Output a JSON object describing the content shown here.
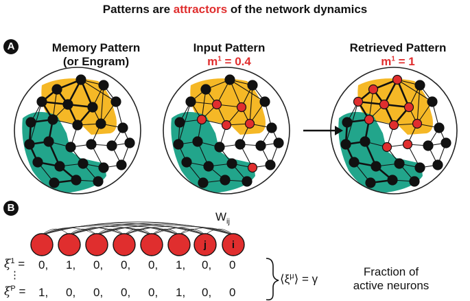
{
  "title": {
    "prefix": "Patterns are ",
    "highlight": "attractors",
    "suffix": " of the network dynamics"
  },
  "colors": {
    "red": "#e02e2e",
    "orange": "#f4b41a",
    "teal": "#16a085",
    "black": "#111111"
  },
  "panel_a": {
    "badge": "A",
    "networks": [
      {
        "title_line1": "Memory Pattern",
        "title_line2": "(or Engram)",
        "overlap_label": "",
        "overlap_sup": "",
        "overlap_value": ""
      },
      {
        "title_line1": "Input Pattern",
        "title_line2": "",
        "overlap_label": "m",
        "overlap_sup": "1",
        "overlap_value": " = 0.4"
      },
      {
        "title_line1": "Retrieved Pattern",
        "title_line2": "",
        "overlap_label": "m",
        "overlap_sup": "1",
        "overlap_value": " = 1"
      }
    ],
    "arrow": "right-arrow"
  },
  "panel_b": {
    "badge": "B",
    "weight_label": "W",
    "weight_sub": "ij",
    "neuron_labels": [
      "",
      "",
      "",
      "",
      "",
      "",
      "j",
      "i"
    ],
    "pattern_1": {
      "symbol": "ξ",
      "sup": "1",
      "values": [
        "0,",
        "1,",
        "0,",
        "0,",
        "0,",
        "1,",
        "0,",
        "0"
      ]
    },
    "vdots": "⋮",
    "pattern_p": {
      "symbol": "ξ",
      "sup": "P",
      "values": [
        "1,",
        "0,",
        "0,",
        "0,",
        "0,",
        "1,",
        "0,",
        "0"
      ]
    },
    "mean_expr": "⟨ξ",
    "mean_sup": "μ",
    "mean_rest": "⟩ = γ",
    "caption_line1": "Fraction of",
    "caption_line2": "active neurons"
  }
}
